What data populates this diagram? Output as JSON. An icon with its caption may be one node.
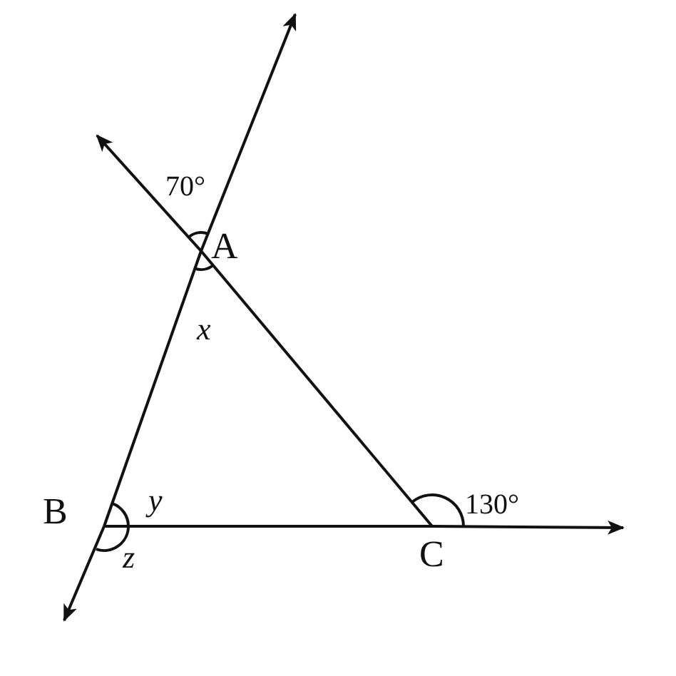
{
  "diagram": {
    "nodes": [
      {
        "text": [
          "A"
        ]
      },
      {
        "text": [
          "B"
        ]
      },
      {
        "text": [
          "C"
        ]
      }
    ],
    "edges": [
      {
        "from": 1,
        "to": 0,
        "arrow": "none"
      },
      {
        "from": 0,
        "to": 2,
        "arrow": "none"
      },
      {
        "from": 1,
        "to": 2,
        "arrow": "none"
      },
      {
        "from": 0,
        "to": null,
        "arrow": "to"
      },
      {
        "from": 0,
        "to": null,
        "arrow": "to"
      },
      {
        "from": 1,
        "to": null,
        "arrow": "to"
      },
      {
        "from": 2,
        "to": null,
        "arrow": "to"
      }
    ],
    "labels": [
      "70°",
      "x",
      "y",
      "z",
      "130°"
    ]
  }
}
